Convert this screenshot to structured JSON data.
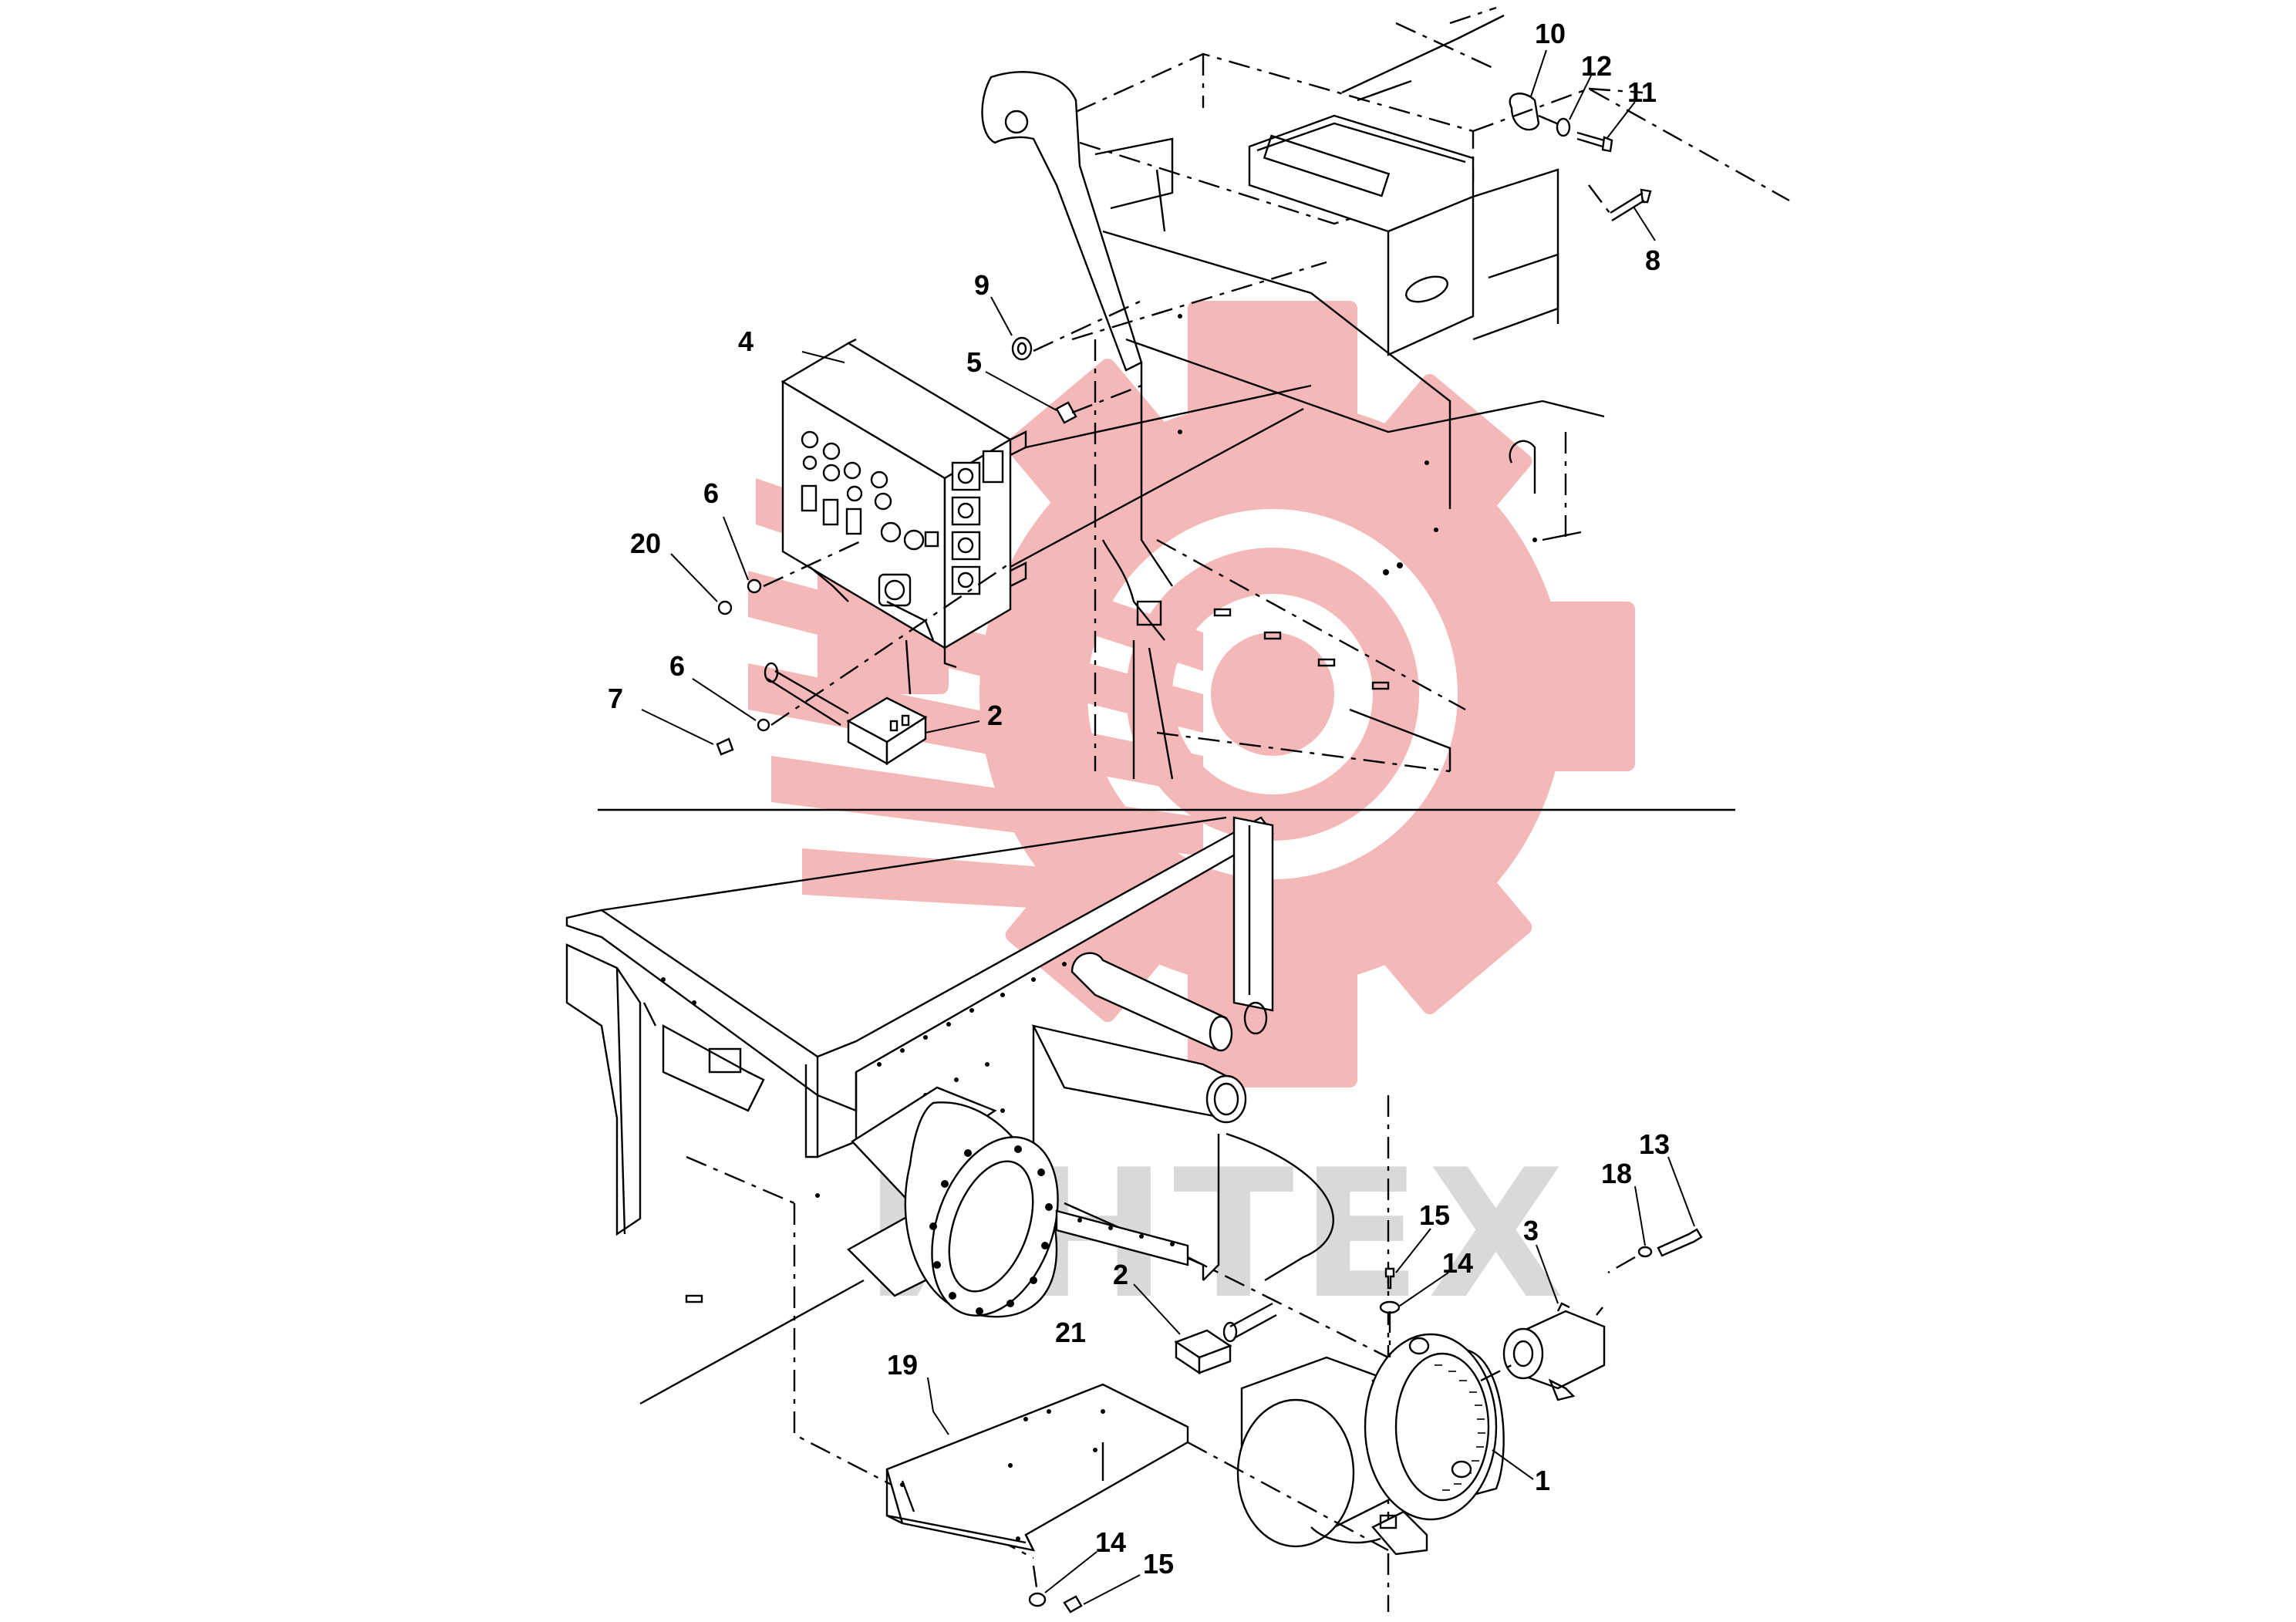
{
  "watermark": {
    "text": "ИНТЕХ",
    "color": "#f4b8b8"
  },
  "divider": {
    "color": "#000000"
  },
  "callouts": {
    "c10": "10",
    "c12": "12",
    "c11": "11",
    "c8": "8",
    "c9": "9",
    "c4": "4",
    "c5": "5",
    "c6a": "6",
    "c20": "20",
    "c6b": "6",
    "c7": "7",
    "c2a": "2",
    "c13": "13",
    "c18": "18",
    "c15a": "15",
    "c3": "3",
    "c14a": "14",
    "c2b": "2",
    "c21": "21",
    "c19": "19",
    "c1": "1",
    "c14b": "14",
    "c15b": "15"
  }
}
